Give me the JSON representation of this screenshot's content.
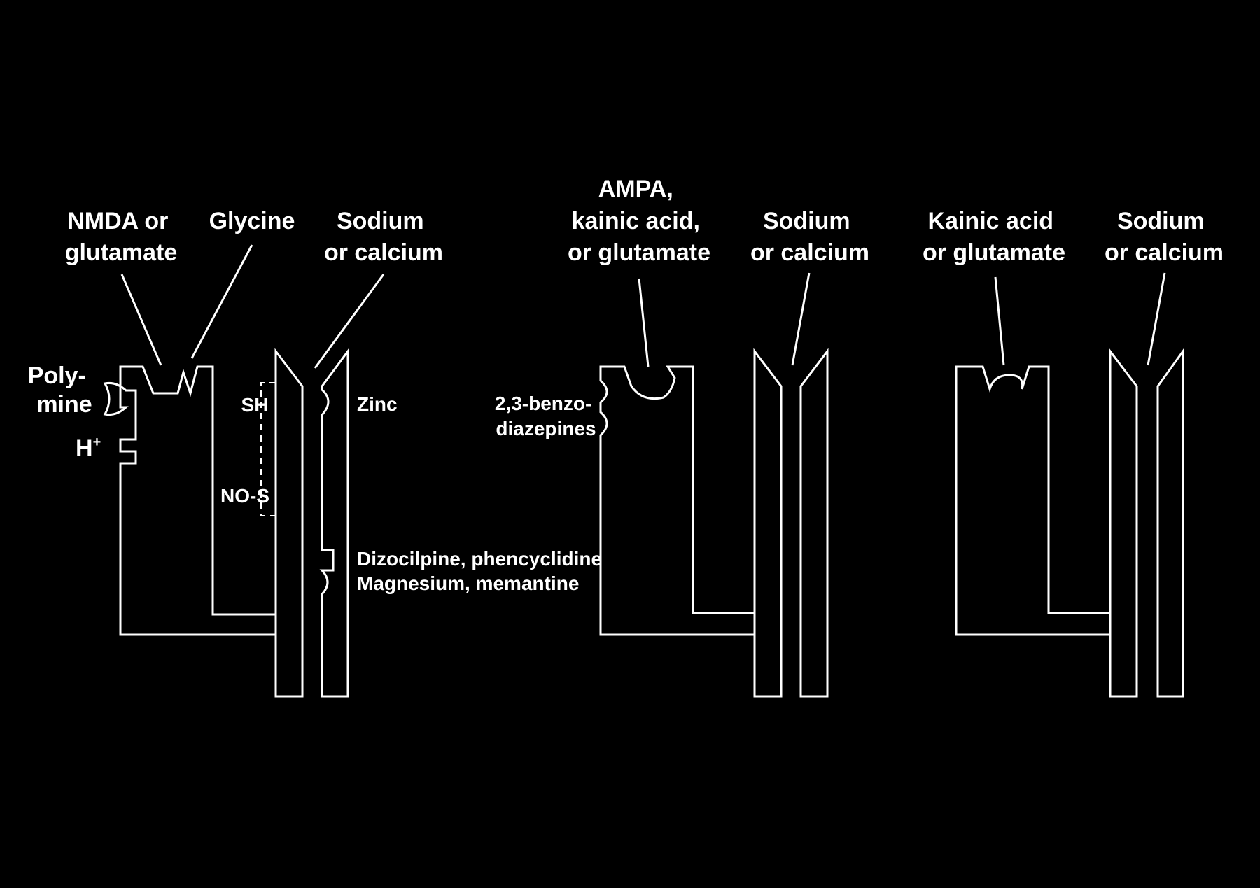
{
  "receptor_nmda": {
    "agonist_label": [
      "NMDA or",
      "glutamate"
    ],
    "coagonist_label": "Glycine",
    "ion_label": [
      "Sodium",
      "or calcium"
    ],
    "polyamine_label": [
      "Poly-",
      "mine"
    ],
    "proton_label": "H",
    "proton_superscript": "+",
    "sh_label": "SH",
    "nos_label": "NO-S",
    "zinc_label": "Zinc",
    "blocker_labels": [
      "Dizocilpine, phencyclidine",
      "Magnesium, memantine"
    ]
  },
  "receptor_ampa": {
    "agonist_label": [
      "AMPA,",
      "kainic acid,",
      "or glutamate"
    ],
    "ion_label": [
      "Sodium",
      "or calcium"
    ],
    "modulator_label": [
      "2,3-benzo-",
      "diazepines"
    ]
  },
  "receptor_kainate": {
    "agonist_label": [
      "Kainic acid",
      "or glutamate"
    ],
    "ion_label": [
      "Sodium",
      "or calcium"
    ]
  }
}
